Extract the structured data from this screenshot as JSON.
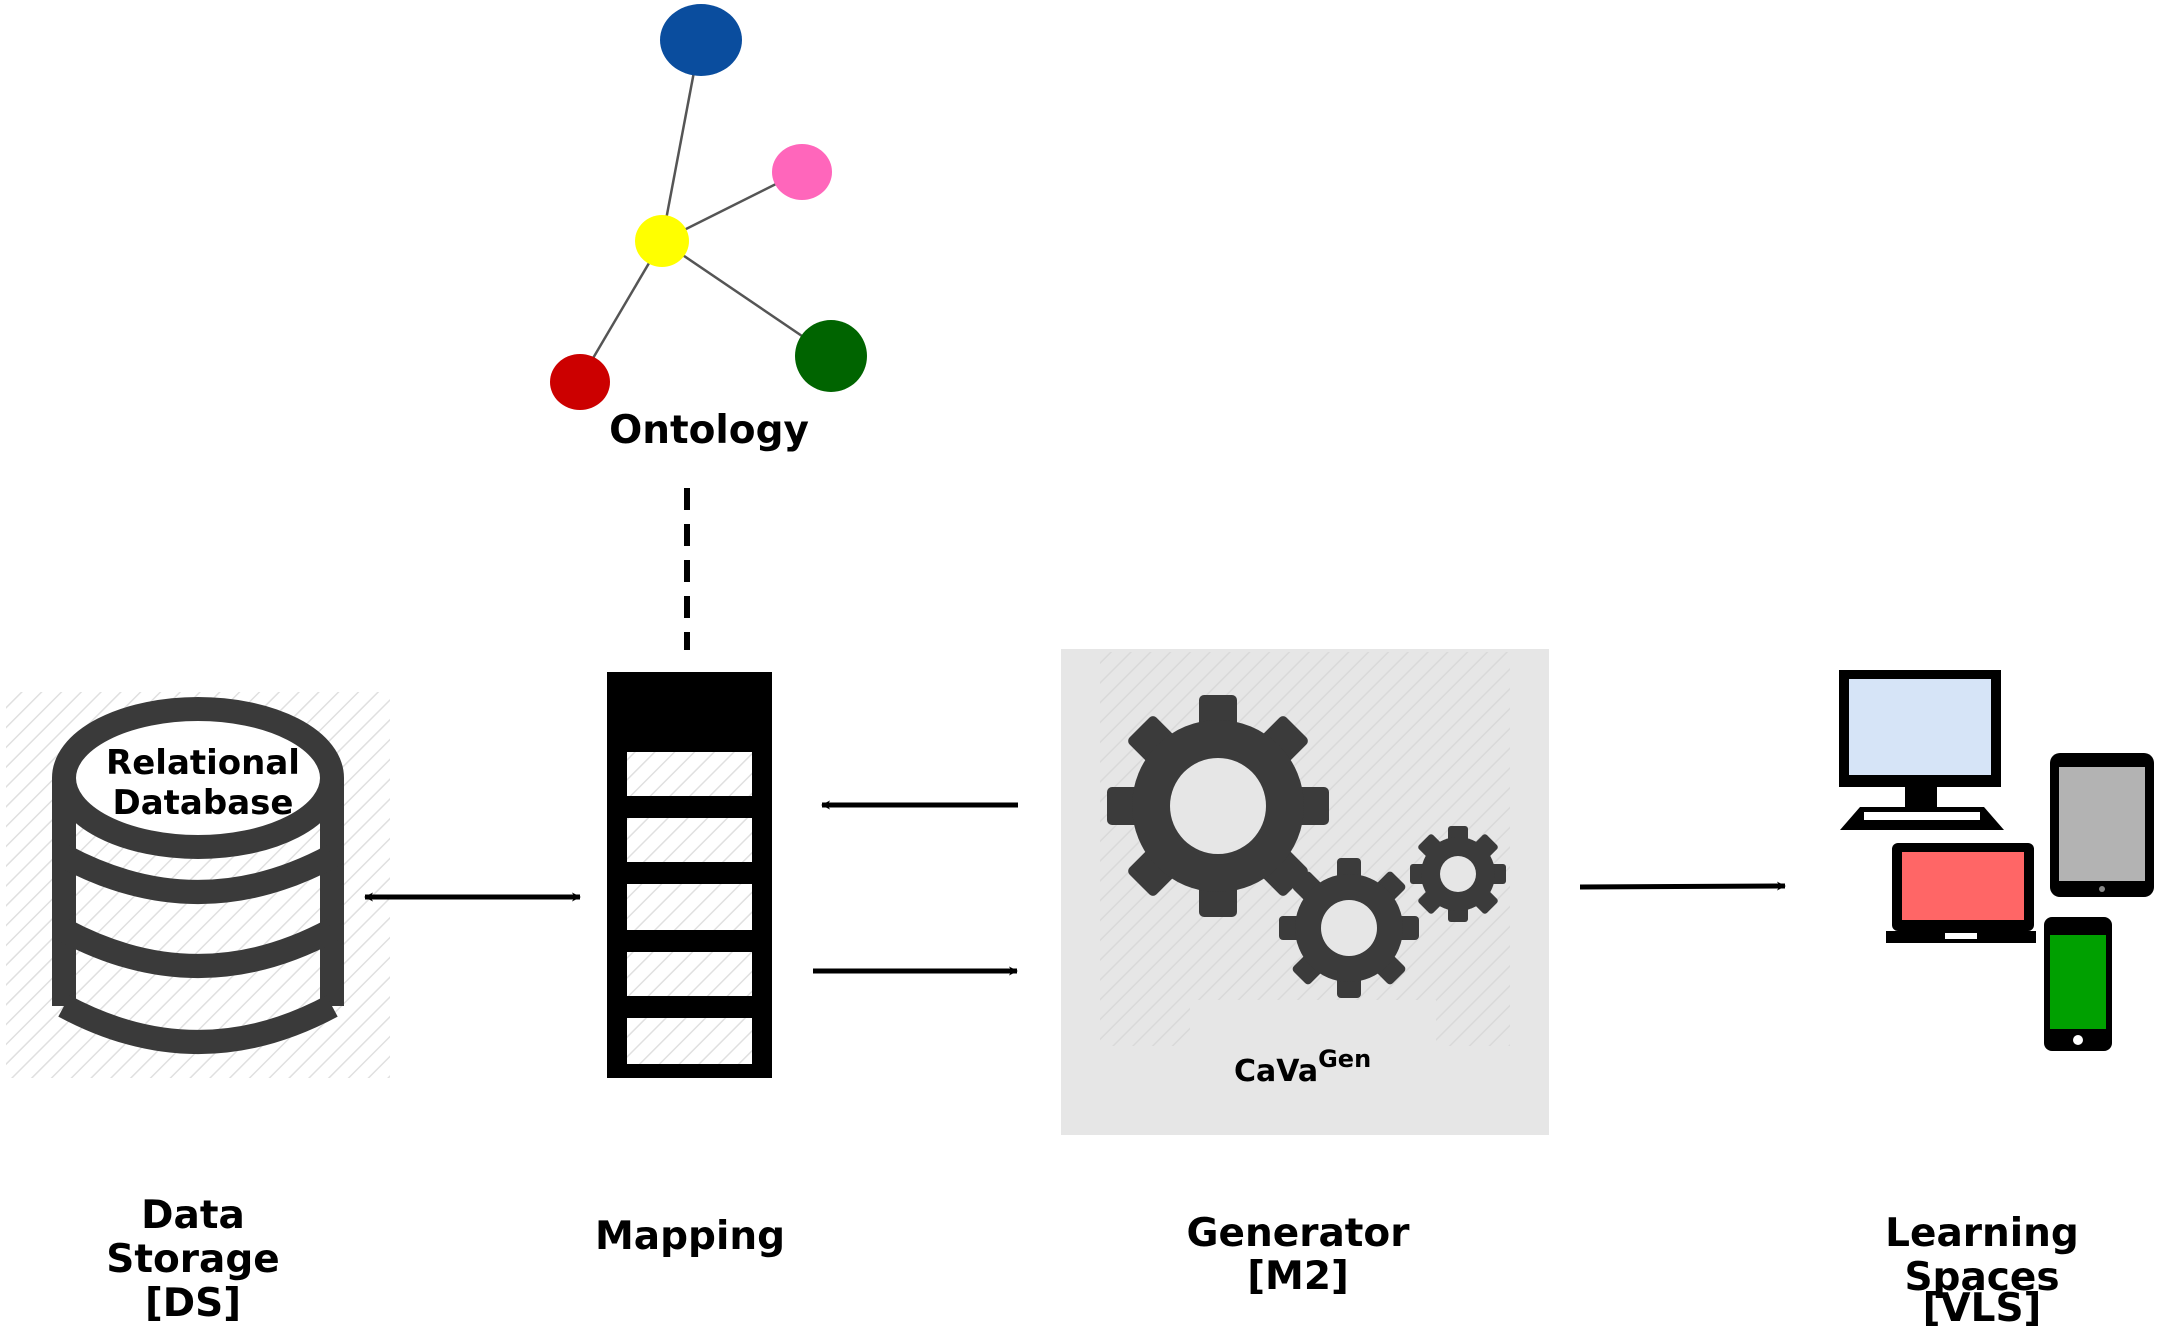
{
  "ontology": {
    "label": "Ontology",
    "nodes": [
      {
        "id": "top",
        "color": "#0a4d9e"
      },
      {
        "id": "center",
        "color": "#ffff00"
      },
      {
        "id": "pink",
        "color": "#ff66bb"
      },
      {
        "id": "red",
        "color": "#cc0000"
      },
      {
        "id": "green",
        "color": "#006400"
      }
    ]
  },
  "data_storage": {
    "db_line1": "Relational",
    "db_line2": "Database",
    "label_line1": "Data",
    "label_line2": "Storage",
    "label_line3": "[DS]"
  },
  "mapping": {
    "label": "Mapping"
  },
  "generator": {
    "name_base": "CaVa",
    "name_sup": "Gen",
    "label_line1": "Generator",
    "label_line2": "[M2]",
    "panel_color": "#e6e6e6",
    "gear_color": "#3b3b3b"
  },
  "learning_spaces": {
    "label_line1": "Learning",
    "label_line2": "Spaces",
    "label_line3": "[VLS]",
    "monitor_screen_color": "#d6e4f7",
    "laptop_screen_color": "#ff6666",
    "tablet_screen_color": "#b3b3b3",
    "phone_screen_color": "#00a000"
  }
}
